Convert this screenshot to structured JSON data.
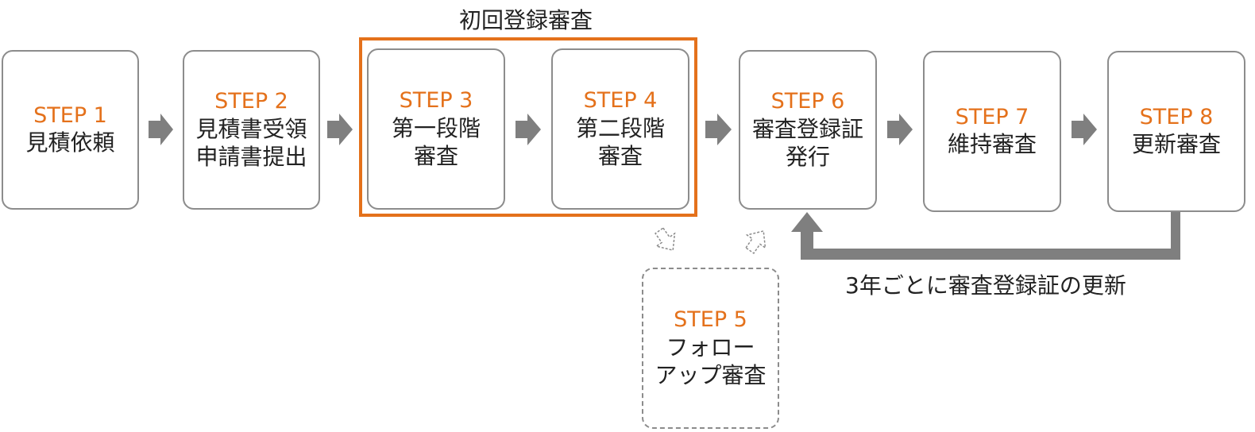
{
  "group": {
    "title": "初回登録審査"
  },
  "steps": [
    {
      "step": "STEP 1",
      "label": "見積依頼"
    },
    {
      "step": "STEP 2",
      "label": "見積書受領\n申請書提出"
    },
    {
      "step": "STEP 3",
      "label": "第一段階\n審査"
    },
    {
      "step": "STEP 4",
      "label": "第二段階\n審査"
    },
    {
      "step": "STEP 5",
      "label": "フォロー\nアップ審査"
    },
    {
      "step": "STEP 6",
      "label": "審査登録証\n発行"
    },
    {
      "step": "STEP 7",
      "label": "維持審査"
    },
    {
      "step": "STEP 8",
      "label": "更新審査"
    }
  ],
  "renewal": {
    "label": "3年ごとに審査登録証の更新"
  },
  "colors": {
    "accent": "#e4711b",
    "arrow": "#7f7f7f",
    "border": "#8c8c8c"
  }
}
